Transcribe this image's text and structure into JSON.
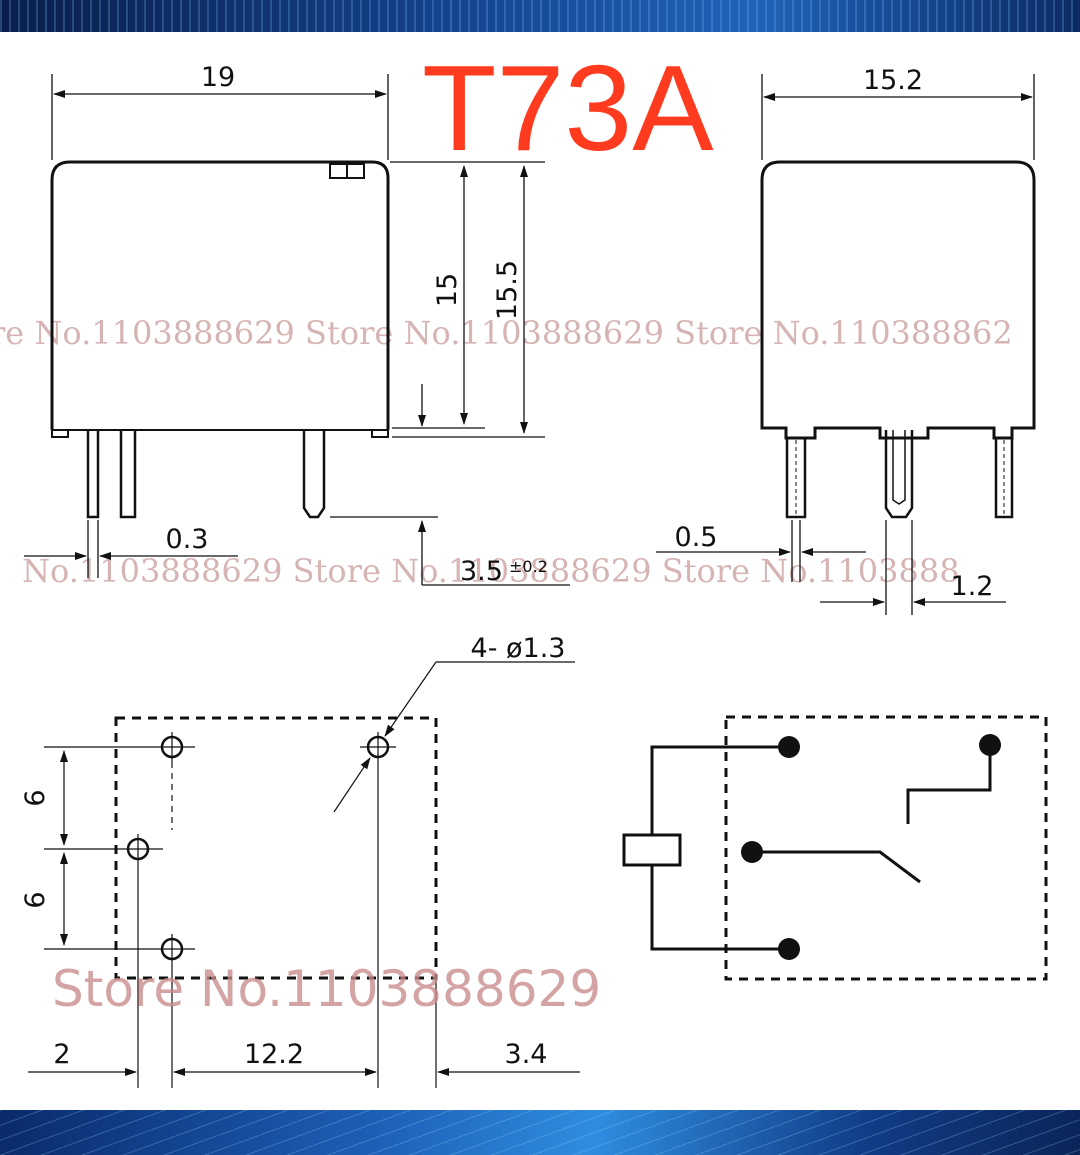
{
  "title": "T73A",
  "watermark": {
    "row1": "re No.1103888629 Store No.1103888629 Store No.110388862",
    "row2": "No.1103888629 Store No.1103888629 Store No.1103888",
    "big": "Store No.1103888629"
  },
  "front_view": {
    "width": "19",
    "height": "15",
    "overall_height": "15.5",
    "pin_width": "0.3",
    "pin_length": "3.5",
    "pin_tolerance": "±0.2"
  },
  "side_view": {
    "width": "15.2",
    "pin_thickness": "0.5",
    "center_pin_width": "1.2"
  },
  "footprint": {
    "holes": "4- ø1.3",
    "pitch_upper": "6",
    "pitch_lower": "6",
    "offset_left": "2",
    "span": "12.2",
    "offset_right": "3.4"
  }
}
